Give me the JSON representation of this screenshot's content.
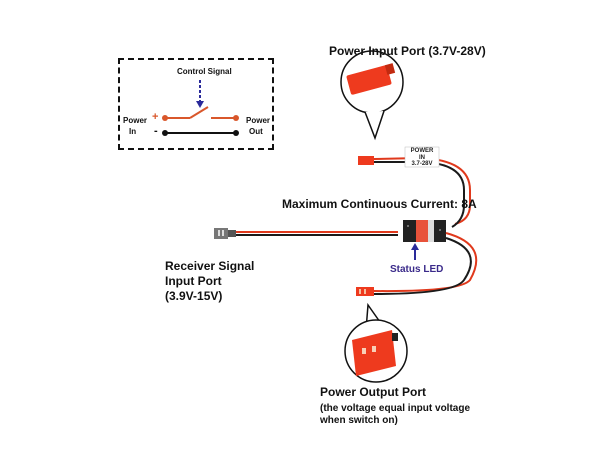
{
  "schematic": {
    "control_signal": "Control Signal",
    "power_in_line1": "Power",
    "power_in_line2": "In",
    "power_out_line1": "Power",
    "power_out_line2": "Out",
    "plus": "+",
    "minus": "-"
  },
  "labels": {
    "power_input_port": "Power Input Port (3.7V-28V)",
    "max_current": "Maximum Continuous Current: 8A",
    "receiver_line1": "Receiver Signal",
    "receiver_line2": "Input Port",
    "receiver_line3": "(3.9V-15V)",
    "status_led": "Status LED",
    "power_output_port": "Power Output Port",
    "output_note_line1": "(the voltage equal input voltage",
    "output_note_line2": "when switch on)"
  },
  "wire_tag": {
    "line1": "POWER",
    "line2": "IN",
    "line3": "3.7-28V"
  },
  "colors": {
    "connector_red": "#ee3a1e",
    "wire_red": "#e0391c",
    "wire_black": "#1a1a1a",
    "arrow_blue": "#2a2a9a",
    "schematic_orange": "#d9572b",
    "status_led_text": "#3a2a8a"
  }
}
